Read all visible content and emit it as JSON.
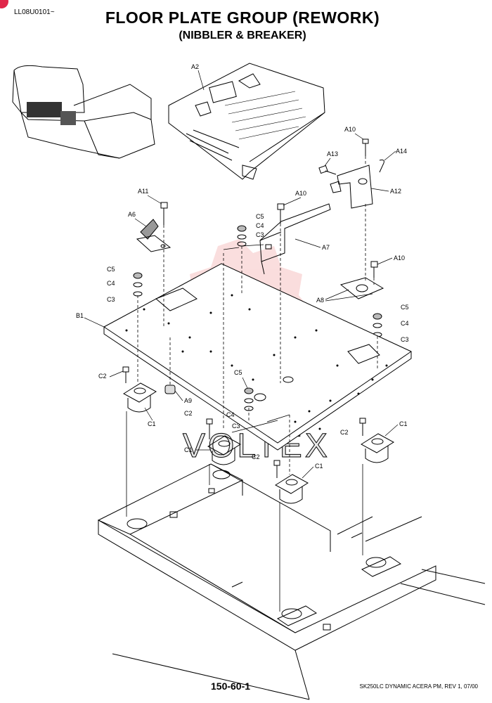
{
  "header": {
    "serial": "LL08U0101~",
    "title": "FLOOR PLATE GROUP (REWORK)",
    "subtitle": "(NIBBLER & BREAKER)"
  },
  "watermark": {
    "text": "VOLTEX",
    "color": "#f3b7b7"
  },
  "labels": {
    "A2": "A2",
    "A10": "A10",
    "A13": "A13",
    "A14": "A14",
    "A12": "A12",
    "A11": "A11",
    "A6": "A6",
    "A7": "A7",
    "A8": "A8",
    "A9": "A9",
    "B1": "B1",
    "C1": "C1",
    "C2": "C2",
    "C3": "C3",
    "C4": "C4",
    "C5": "C5"
  },
  "footer": {
    "page": "150-60-1",
    "manual": "SK250LC DYNAMIC ACERA PM, REV 1, 07/00"
  }
}
